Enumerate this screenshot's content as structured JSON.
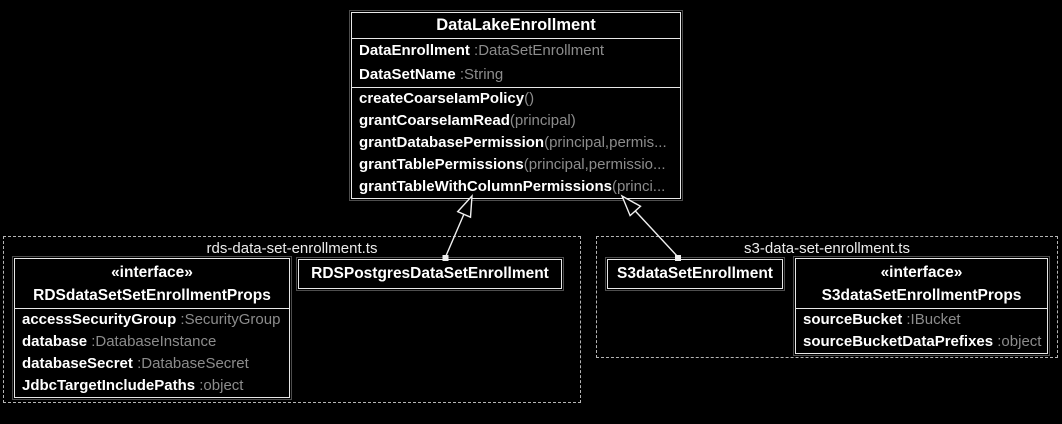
{
  "main_class": {
    "title": "DataLakeEnrollment",
    "attributes": [
      {
        "name": "DataEnrollment",
        "type": " :DataSetEnrollment"
      },
      {
        "name": "DataSetName",
        "type": " :String"
      }
    ],
    "methods": [
      {
        "name": "createCoarseIamPolicy",
        "params": "()"
      },
      {
        "name": "grantCoarseIamRead",
        "params": "(principal)"
      },
      {
        "name": "grantDatabasePermission",
        "params": "(principal,permis..."
      },
      {
        "name": "grantTablePermissions",
        "params": "(principal,permissio..."
      },
      {
        "name": "grantTableWithColumnPermissions",
        "params": "(princi..."
      }
    ]
  },
  "rds_module": {
    "label": "rds-data-set-enrollment.ts",
    "props_interface": {
      "stereotype": "«interface»",
      "title": "RDSdataSetSetEnrollmentProps",
      "attributes": [
        {
          "name": "accessSecurityGroup",
          "type": " :SecurityGroup"
        },
        {
          "name": "database",
          "type": " :DatabaseInstance"
        },
        {
          "name": "databaseSecret",
          "type": " :DatabaseSecret"
        },
        {
          "name": "JdbcTargetIncludePaths",
          "type": " :object"
        }
      ]
    },
    "enrollment_class": {
      "title": "RDSPostgresDataSetEnrollment"
    }
  },
  "s3_module": {
    "label": "s3-data-set-enrollment.ts",
    "enrollment_class": {
      "title": "S3dataSetEnrollment"
    },
    "props_interface": {
      "stereotype": "«interface»",
      "title": "S3dataSetEnrollmentProps",
      "attributes": [
        {
          "name": "sourceBucket",
          "type": " :IBucket"
        },
        {
          "name": "sourceBucketDataPrefixes",
          "type": " :object"
        }
      ]
    }
  },
  "relations": [
    {
      "from": "RDSPostgresDataSetEnrollment",
      "to": "DataLakeEnrollment",
      "type": "inheritance"
    },
    {
      "from": "S3dataSetEnrollment",
      "to": "DataLakeEnrollment",
      "type": "inheritance"
    }
  ],
  "colors": {
    "background": "#000000",
    "box_border": "#e8e8e8",
    "box_outer_border": "#4d4d4d",
    "module_border_dashed": "#b5b5b5",
    "name_text": "#ffffff",
    "type_text": "#8c8c8c",
    "arrow": "#f0f0f0"
  }
}
